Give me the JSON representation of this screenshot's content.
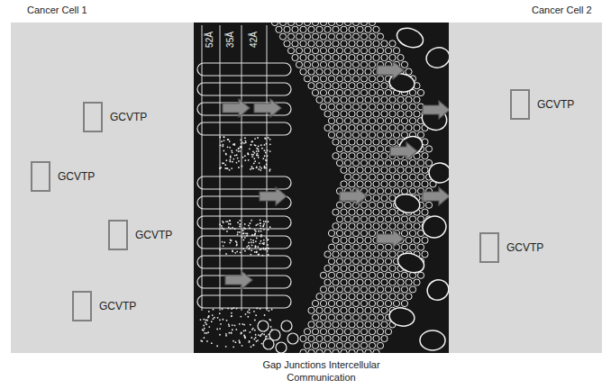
{
  "diagram": {
    "nodes": [
      {
        "text": [
          "Cancer Cell 1"
        ]
      },
      {
        "text": [
          "GCVTP"
        ],
        "in": 0
      },
      {
        "text": [
          "GCVTP"
        ],
        "in": 0
      },
      {
        "text": [
          "GCVTP"
        ],
        "in": 0
      },
      {
        "text": [
          "GCVTP"
        ],
        "in": 0
      },
      {
        "text": [
          "Gap Junctions Intercellular Communication"
        ]
      },
      {
        "text": [
          "Cancer Cell 2"
        ]
      },
      {
        "text": [
          "GCVTP"
        ],
        "in": 6
      },
      {
        "text": [
          "GCVTP"
        ],
        "in": 6
      }
    ],
    "labels": [
      "52Å",
      "35Å",
      "42Å"
    ]
  }
}
